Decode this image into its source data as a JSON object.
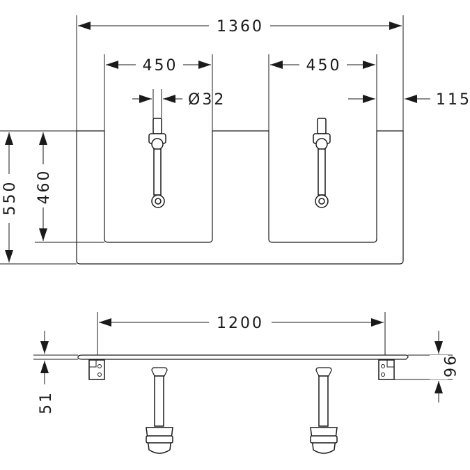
{
  "dimensions": {
    "total_width": "1360",
    "basin_left_width": "450",
    "basin_right_width": "450",
    "tap_diameter": "Ø32",
    "edge_offset": "115",
    "total_depth": "550",
    "basin_depth": "460",
    "counter_width": "1200",
    "bracket_height": "51",
    "thickness": "96"
  }
}
